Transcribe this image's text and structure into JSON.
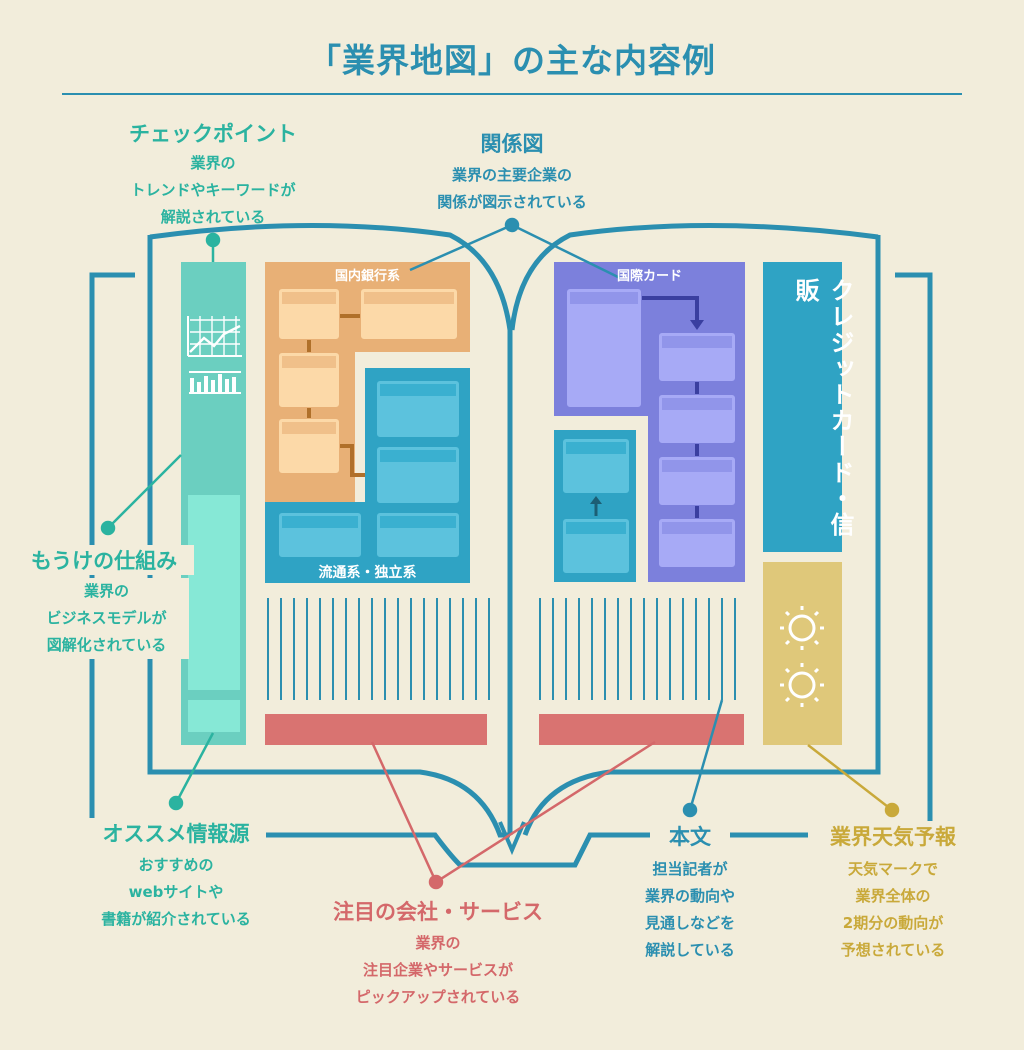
{
  "title": "「業界地図」の主な内容例",
  "callouts": {
    "checkpoint": {
      "heading": "チェックポイント",
      "desc": "業界の\nトレンドやキーワードが\n解説されている"
    },
    "relation": {
      "heading": "関係図",
      "desc": "業界の主要企業の\n関係が図示されている"
    },
    "business": {
      "heading": "もうけの仕組み",
      "desc": "業界の\nビジネスモデルが\n図解化されている"
    },
    "source": {
      "heading": "オススメ情報源",
      "desc": "おすすめの\nwebサイトや\n書籍が紹介されている"
    },
    "focus": {
      "heading": "注目の会社・サービス",
      "desc": "業界の\n注目企業やサービスが\nピックアップされている"
    },
    "body": {
      "heading": "本文",
      "desc": "担当記者が\n業界の動向や\n見通しなどを\n解説している"
    },
    "weather": {
      "heading": "業界天気予報",
      "desc": "天気マークで\n業界全体の\n2期分の動向が\n予想されている"
    }
  },
  "book": {
    "left_group_top": "国内銀行系",
    "left_group_bottom": "流通系・独立系",
    "right_group": "国際カード",
    "side_title": "クレジットカード・信販"
  },
  "colors": {
    "blue": "#2b8fb0",
    "teal": "#2bb3a0",
    "red": "#d4686a",
    "gold": "#c9a93a",
    "orange": "#e8b076",
    "navy": "#7c80dc",
    "sky": "#2fa3c4"
  }
}
